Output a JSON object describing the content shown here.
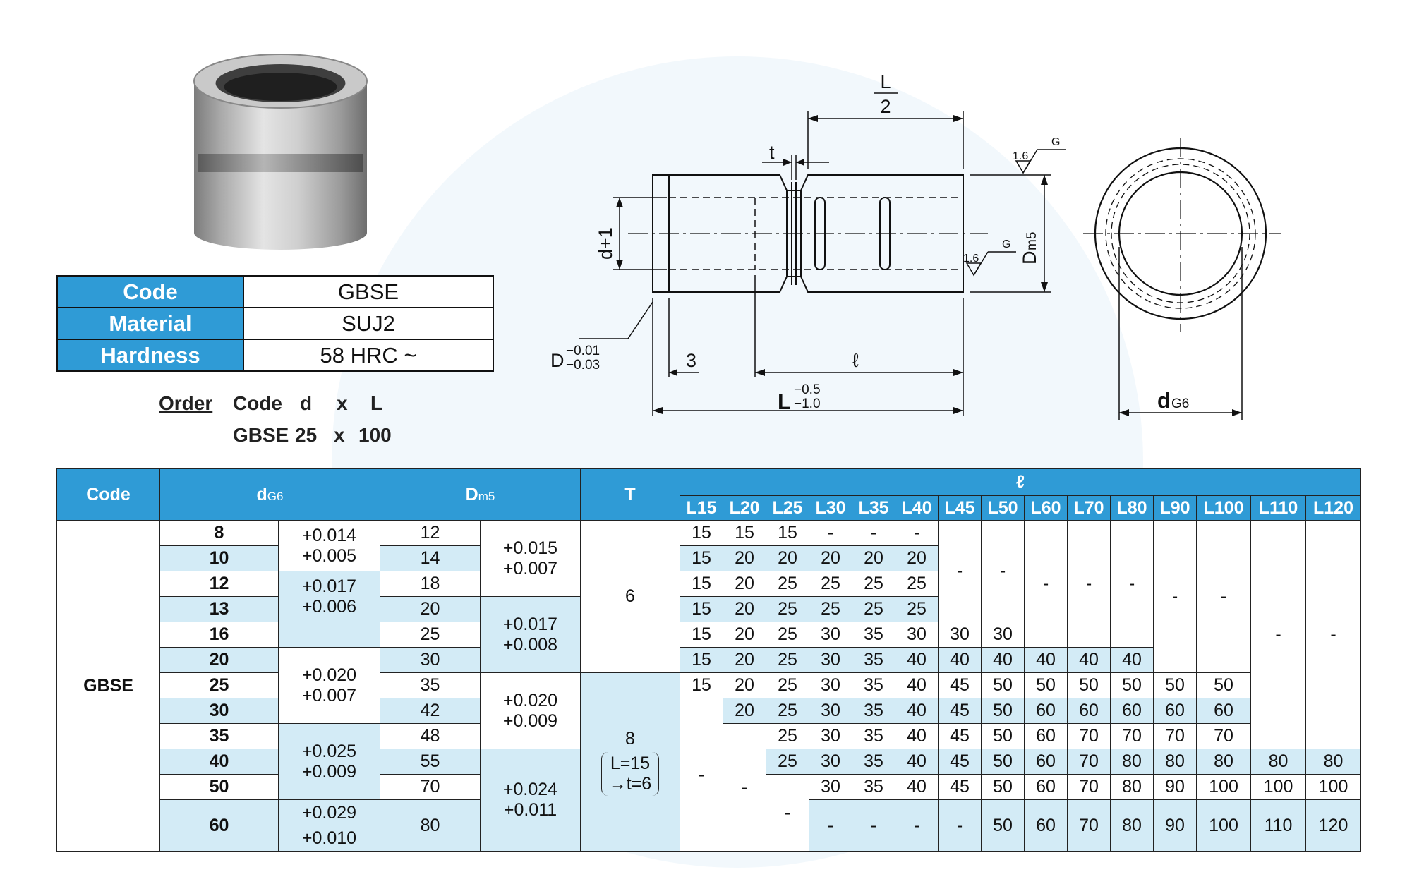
{
  "spec": {
    "code_label": "Code",
    "code_value": "GBSE",
    "material_label": "Material",
    "material_value": "SUJ2",
    "hardness_label": "Hardness",
    "hardness_value": "58 HRC ~"
  },
  "order": {
    "label": "Order",
    "h_code": "Code",
    "h_d": "d",
    "h_x": "x",
    "h_L": "L",
    "v_code": "GBSE",
    "v_d": "25",
    "v_x": "x",
    "v_L": "100"
  },
  "drawing": {
    "l_half_num": "L",
    "l_half_den": "2",
    "t": "t",
    "roughness": "1.6",
    "g": "G",
    "d_tol": "d+1",
    "Dm5_main": "D",
    "Dm5_sub": "m5",
    "D_main": "D",
    "D_tol_up": "−0.01",
    "D_tol_low": "−0.03",
    "three": "3",
    "ell": "ℓ",
    "L_main": "L",
    "L_tol_up": "−0.5",
    "L_tol_low": "−1.0",
    "dG6_main": "d",
    "dG6_sub": "G6"
  },
  "table": {
    "h_code": "Code",
    "h_d_main": "d",
    "h_d_sub": "G6",
    "h_D_main": "D",
    "h_D_sub": "m5",
    "h_T": "T",
    "h_ell": "ℓ",
    "L_cols": [
      "L15",
      "L20",
      "L25",
      "L30",
      "L35",
      "L40",
      "L45",
      "L50",
      "L60",
      "L70",
      "L80",
      "L90",
      "L100",
      "L110",
      "L120"
    ],
    "code_value": "GBSE",
    "d_values": [
      "8",
      "10",
      "12",
      "13",
      "16",
      "20",
      "25",
      "30",
      "35",
      "40",
      "50",
      "60"
    ],
    "d_tol": [
      {
        "up": "+0.014",
        "low": "+0.005"
      },
      {
        "up": "+0.017",
        "low": "+0.006"
      },
      {
        "up": "+0.020",
        "low": "+0.007"
      },
      {
        "up": "+0.025",
        "low": "+0.009"
      },
      {
        "up": "+0.029",
        "low": "+0.010"
      }
    ],
    "D_values": [
      "12",
      "14",
      "18",
      "20",
      "25",
      "30",
      "35",
      "42",
      "48",
      "55",
      "70",
      "80"
    ],
    "D_tol": [
      {
        "up": "+0.015",
        "low": "+0.007"
      },
      {
        "up": "+0.017",
        "low": "+0.008"
      },
      {
        "up": "+0.020",
        "low": "+0.009"
      },
      {
        "up": "+0.024",
        "low": "+0.011"
      }
    ],
    "T_a": "6",
    "T_b": "8",
    "T_note1": "L=15",
    "T_note2": "→t=6",
    "dash": "-",
    "r0": [
      "15",
      "15",
      "15",
      "-",
      "-",
      "-"
    ],
    "r1": [
      "15",
      "20",
      "20",
      "20",
      "20",
      "20"
    ],
    "r2": [
      "15",
      "20",
      "25",
      "25",
      "25",
      "25"
    ],
    "r3": [
      "15",
      "20",
      "25",
      "25",
      "25",
      "25"
    ],
    "r4": [
      "15",
      "20",
      "25",
      "30",
      "35",
      "30",
      "30",
      "30"
    ],
    "r5": [
      "15",
      "20",
      "25",
      "30",
      "35",
      "40",
      "40",
      "40",
      "40",
      "40",
      "40"
    ],
    "r6": [
      "15",
      "20",
      "25",
      "30",
      "35",
      "40",
      "45",
      "50",
      "50",
      "50",
      "50",
      "50",
      "50"
    ],
    "r7": [
      "20",
      "25",
      "30",
      "35",
      "40",
      "45",
      "50",
      "60",
      "60",
      "60",
      "60",
      "60"
    ],
    "r8": [
      "25",
      "30",
      "35",
      "40",
      "45",
      "50",
      "60",
      "70",
      "70",
      "70",
      "70"
    ],
    "r9": [
      "25",
      "30",
      "35",
      "40",
      "45",
      "50",
      "60",
      "70",
      "80",
      "80",
      "80",
      "80",
      "80"
    ],
    "r10": [
      "30",
      "35",
      "40",
      "45",
      "50",
      "60",
      "70",
      "80",
      "90",
      "100",
      "100",
      "100"
    ],
    "r11": [
      "-",
      "-",
      "-",
      "-",
      "50",
      "60",
      "70",
      "80",
      "90",
      "100",
      "110",
      "120"
    ]
  }
}
